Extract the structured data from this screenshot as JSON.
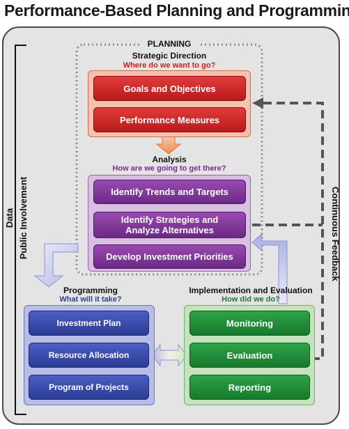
{
  "title": "Performance-Based Planning and Programming",
  "side_labels": {
    "data": "Data",
    "public_involvement": "Public Involvement"
  },
  "planning": {
    "label": "PLANNING",
    "strategic_direction": {
      "heading": "Strategic Direction",
      "question": "Where do we want to go?"
    },
    "goals_label": "Goals and Objectives",
    "measures_label": "Performance Measures",
    "analysis": {
      "heading": "Analysis",
      "question": "How are we going to get there?"
    },
    "trends_label": "Identify Trends and Targets",
    "strategies_label": [
      "Identify Strategies and",
      "Analyze Alternatives"
    ],
    "priorities_label": "Develop Investment Priorities"
  },
  "programming": {
    "heading": "Programming",
    "question": "What will it take?",
    "items": [
      "Investment Plan",
      "Resource Allocation",
      "Program of Projects"
    ]
  },
  "implementation": {
    "heading": "Implementation and Evaluation",
    "question": "How did we do?",
    "items": [
      "Monitoring",
      "Evaluation",
      "Reporting"
    ]
  },
  "feedback_label": "Continuous Feedback",
  "colors": {
    "red": "#c62828",
    "purple": "#7b2f94",
    "blue": "#2f3f9e",
    "green": "#1f8a3a",
    "question_red": "#d01f1f",
    "question_purple": "#7a2a91",
    "question_blue": "#2f3f9e",
    "question_green": "#1e7a32"
  }
}
